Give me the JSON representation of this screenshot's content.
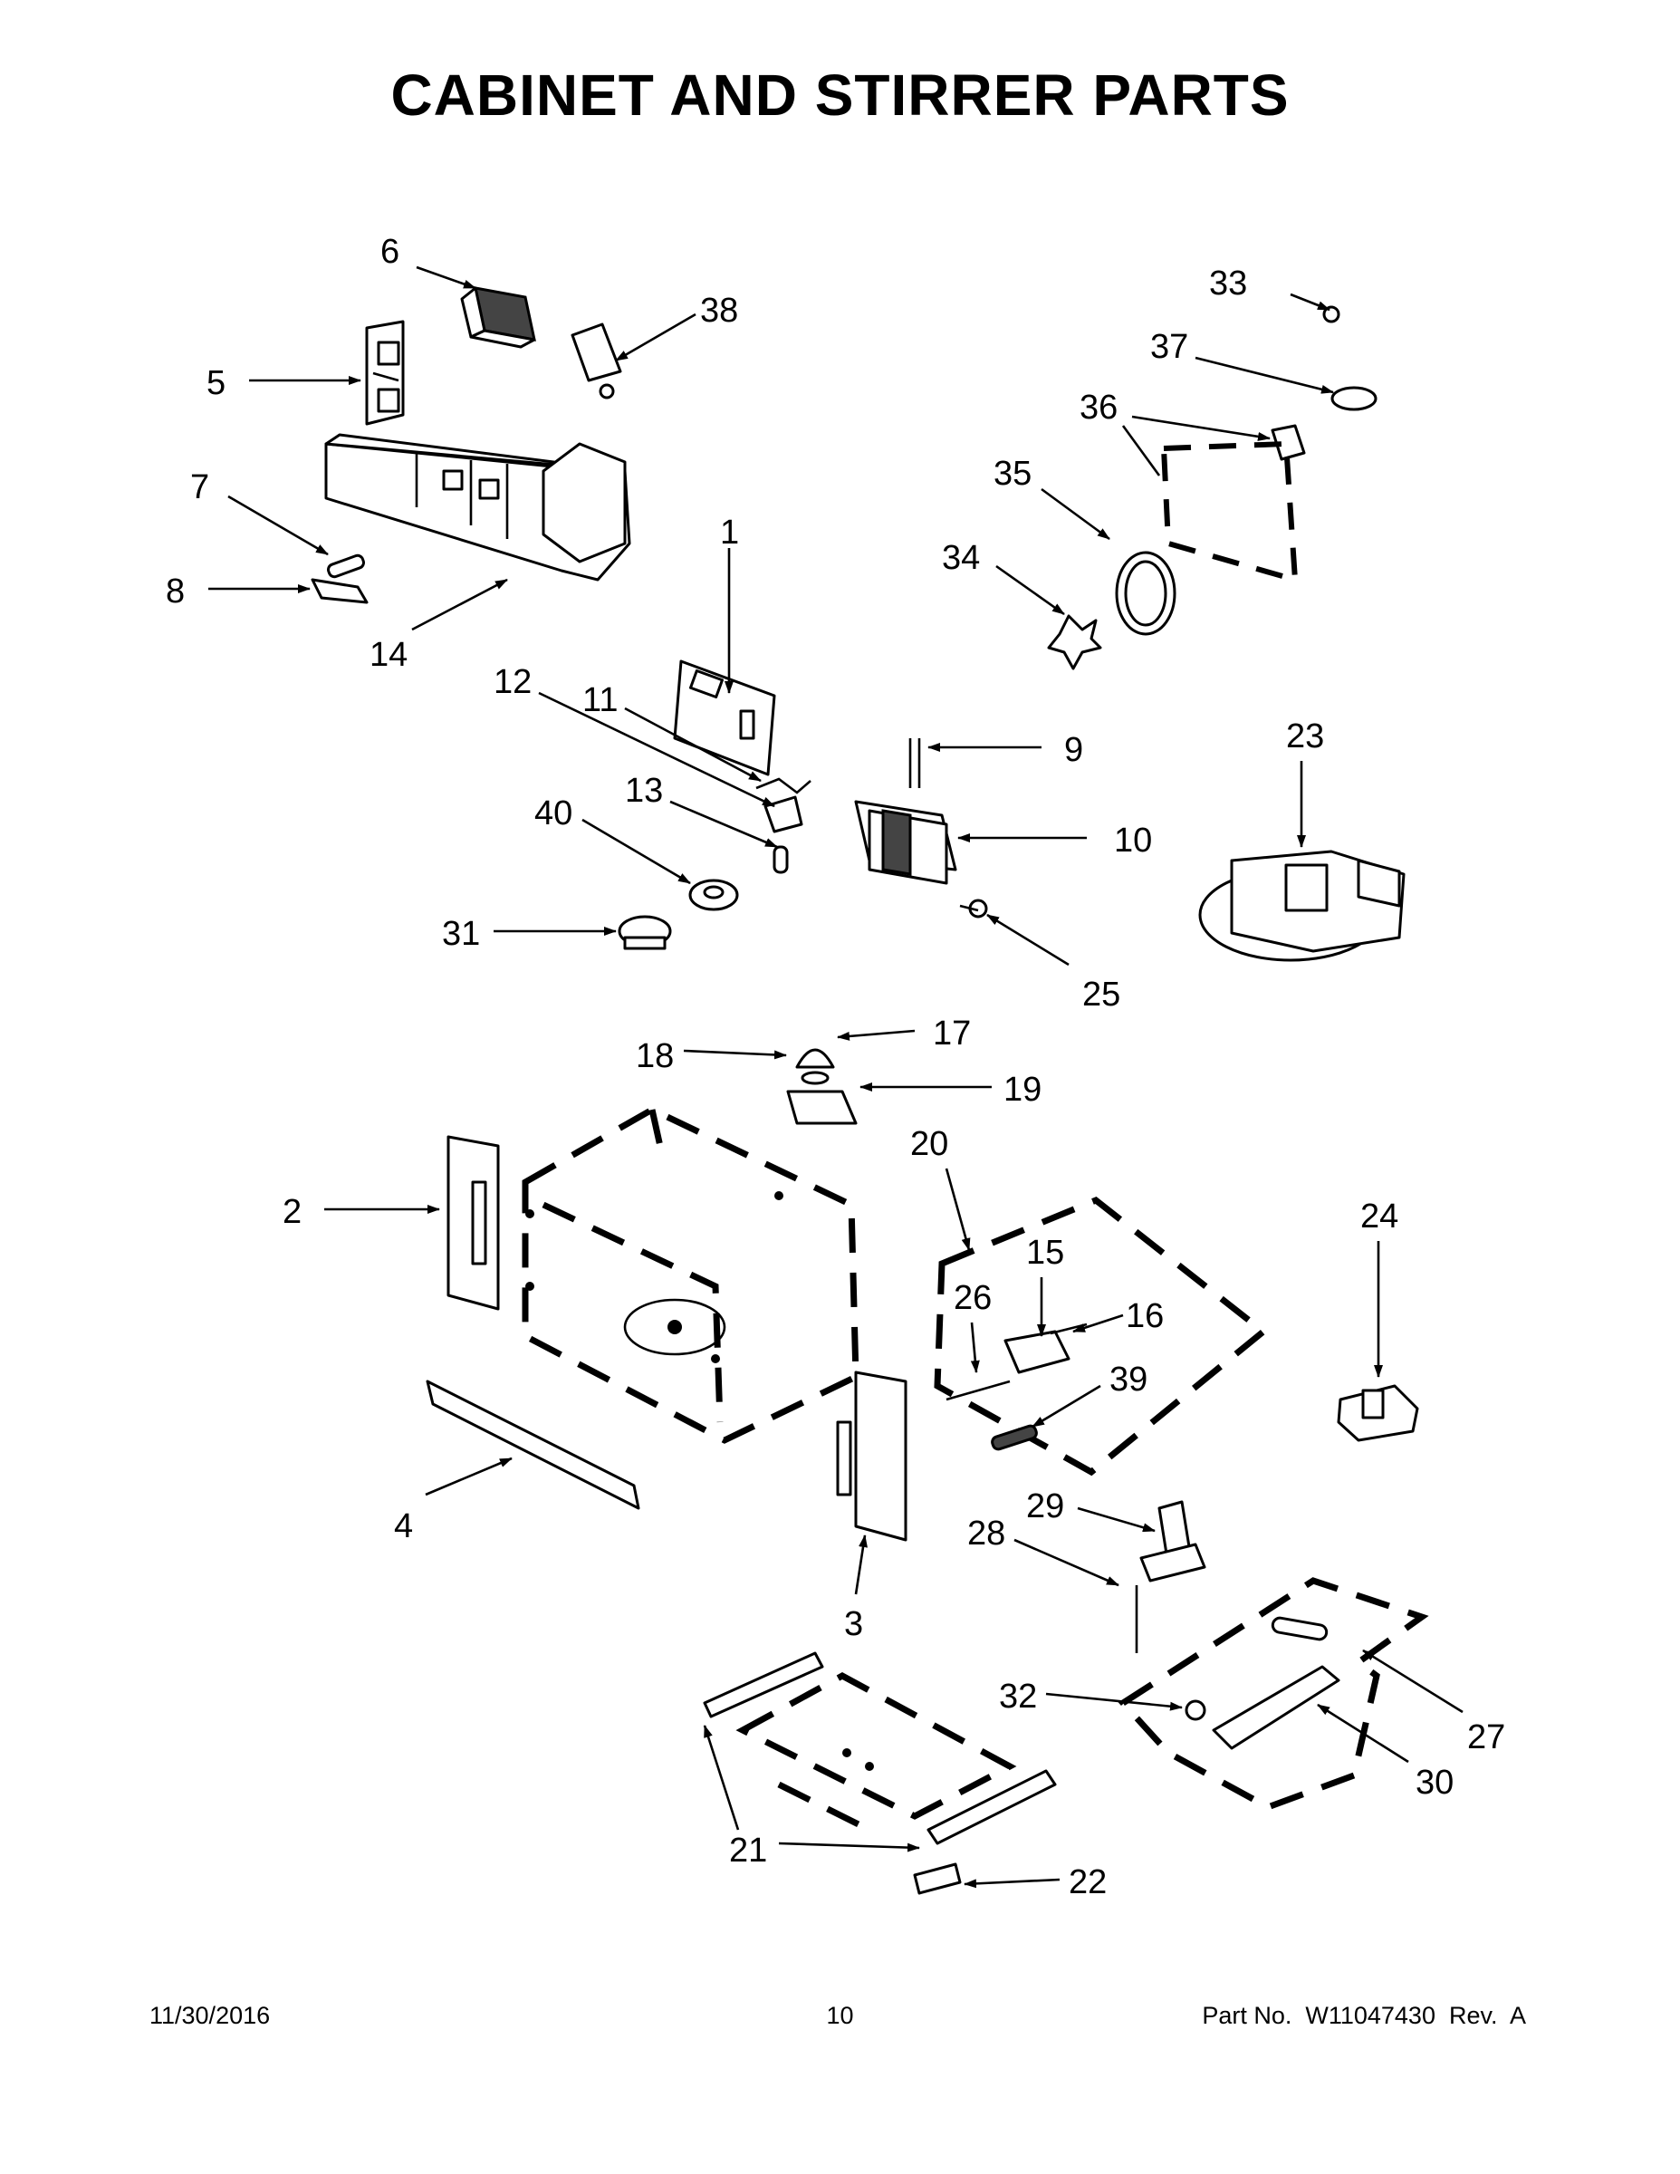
{
  "page": {
    "title": "CABINET AND STIRRER PARTS",
    "footer": {
      "date": "11/30/2016",
      "page_number": "10",
      "part_info": "Part No.  W11047430  Rev.  A"
    }
  },
  "callouts": [
    {
      "id": "c1",
      "label": "1"
    },
    {
      "id": "c2",
      "label": "2"
    },
    {
      "id": "c3",
      "label": "3"
    },
    {
      "id": "c4",
      "label": "4"
    },
    {
      "id": "c5",
      "label": "5"
    },
    {
      "id": "c6",
      "label": "6"
    },
    {
      "id": "c7",
      "label": "7"
    },
    {
      "id": "c8",
      "label": "8"
    },
    {
      "id": "c9",
      "label": "9"
    },
    {
      "id": "c10",
      "label": "10"
    },
    {
      "id": "c11",
      "label": "11"
    },
    {
      "id": "c12",
      "label": "12"
    },
    {
      "id": "c13",
      "label": "13"
    },
    {
      "id": "c14",
      "label": "14"
    },
    {
      "id": "c15",
      "label": "15"
    },
    {
      "id": "c16",
      "label": "16"
    },
    {
      "id": "c17",
      "label": "17"
    },
    {
      "id": "c18",
      "label": "18"
    },
    {
      "id": "c19",
      "label": "19"
    },
    {
      "id": "c20",
      "label": "20"
    },
    {
      "id": "c21",
      "label": "21"
    },
    {
      "id": "c22",
      "label": "22"
    },
    {
      "id": "c23",
      "label": "23"
    },
    {
      "id": "c24",
      "label": "24"
    },
    {
      "id": "c25",
      "label": "25"
    },
    {
      "id": "c26",
      "label": "26"
    },
    {
      "id": "c27",
      "label": "27"
    },
    {
      "id": "c28",
      "label": "28"
    },
    {
      "id": "c29",
      "label": "29"
    },
    {
      "id": "c30",
      "label": "30"
    },
    {
      "id": "c31",
      "label": "31"
    },
    {
      "id": "c32",
      "label": "32"
    },
    {
      "id": "c33",
      "label": "33"
    },
    {
      "id": "c34",
      "label": "34"
    },
    {
      "id": "c35",
      "label": "35"
    },
    {
      "id": "c36",
      "label": "36"
    },
    {
      "id": "c37",
      "label": "37"
    },
    {
      "id": "c38",
      "label": "38"
    },
    {
      "id": "c39",
      "label": "39"
    },
    {
      "id": "c40",
      "label": "40"
    }
  ]
}
